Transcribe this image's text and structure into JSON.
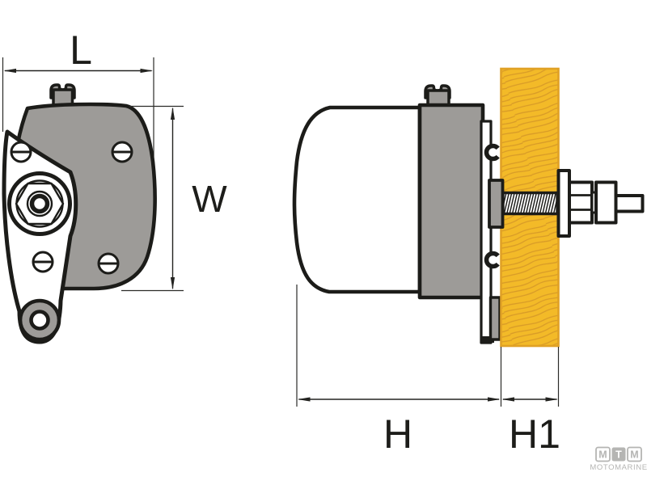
{
  "diagram": {
    "labels": {
      "L": "L",
      "W": "W",
      "H": "H",
      "H1": "H1"
    }
  },
  "watermark": {
    "boxes": [
      "M",
      "T",
      "M"
    ],
    "name": "MOTOMARINE"
  },
  "colors": {
    "background": "#ffffff",
    "outline": "#1c1c19",
    "metal_gray": "#9d9b98",
    "wood_fill": "#f3ba28",
    "wood_border": "#e0a125",
    "wood_grain": "#d89b28",
    "logo_gray": "#b5b5b3"
  }
}
